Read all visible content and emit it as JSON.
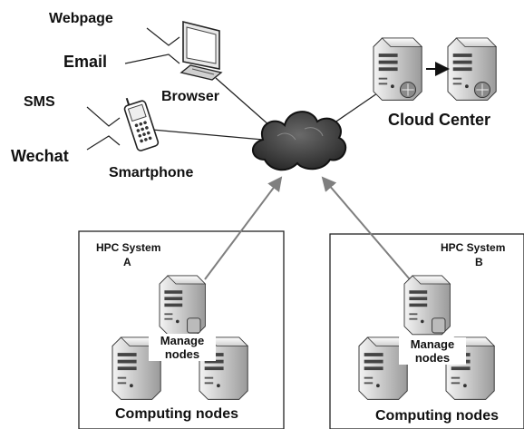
{
  "clients": {
    "webpage": "Webpage",
    "email": "Email",
    "browser": "Browser",
    "sms": "SMS",
    "wechat": "Wechat",
    "smartphone": "Smartphone"
  },
  "cloud": {
    "label": "Cloud Center"
  },
  "hpc_a": {
    "title": "HPC System",
    "letter": "A",
    "manage_line1": "Manage",
    "manage_line2": "nodes",
    "computing": "Computing nodes"
  },
  "hpc_b": {
    "title": "HPC System",
    "letter": "B",
    "manage_line1": "Manage",
    "manage_line2": "nodes",
    "computing": "Computing nodes"
  },
  "colors": {
    "line": "#222222",
    "arrow": "#7f7f7f",
    "cloud": "#3a3a3a",
    "server_body": "#d9d9d9"
  }
}
